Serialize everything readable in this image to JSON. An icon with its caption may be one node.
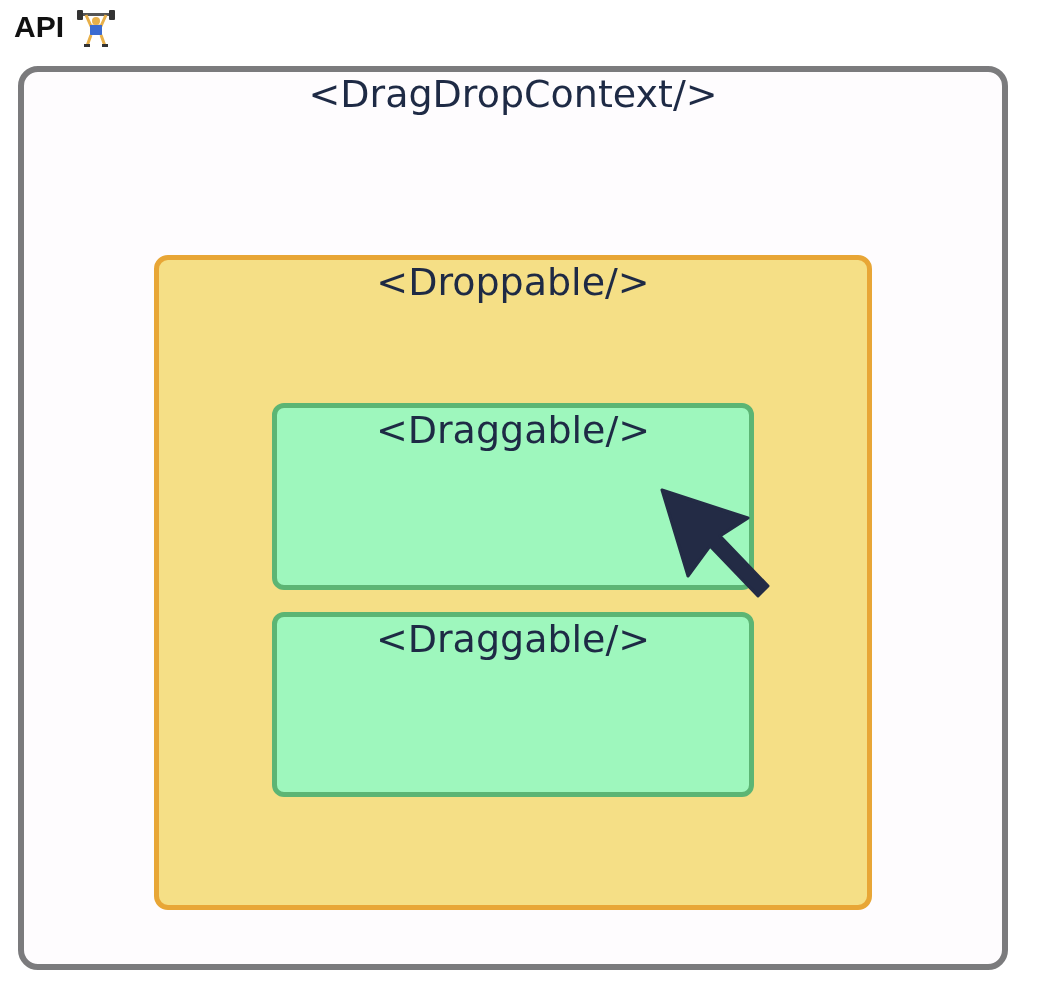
{
  "diagram": {
    "title": "API",
    "nodes": [
      {
        "text": [
          "<DragDropContext/>"
        ]
      },
      {
        "text": [
          "<Droppable/>"
        ],
        "in": 0
      },
      {
        "text": [
          "<Draggable/>"
        ],
        "in": 1
      },
      {
        "text": [
          "<Draggable/>"
        ],
        "in": 1
      }
    ]
  }
}
